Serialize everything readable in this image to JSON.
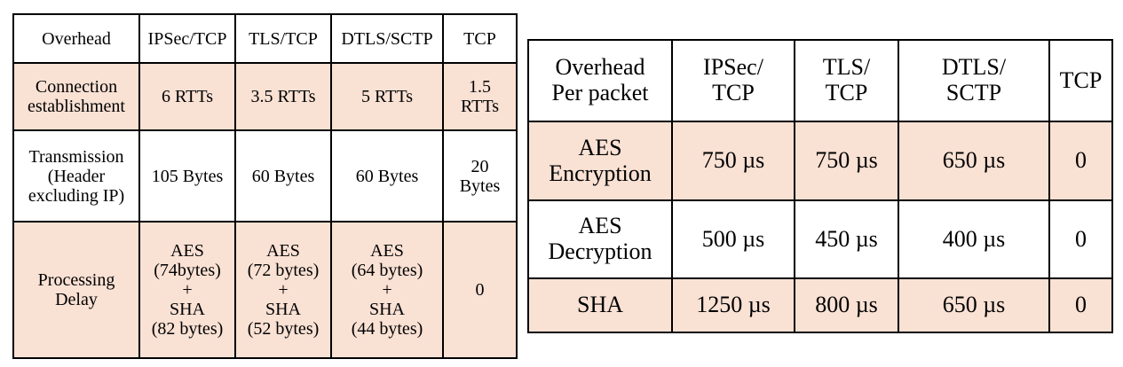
{
  "left_table": {
    "headers": [
      "Overhead",
      "IPSec/TCP",
      "TLS/TCP",
      "DTLS/SCTP",
      "TCP"
    ],
    "rows": [
      {
        "label": "Connection\nestablishment",
        "cells": [
          "6 RTTs",
          "3.5 RTTs",
          "5 RTTs",
          "1.5\nRTTs"
        ]
      },
      {
        "label": "Transmission\n(Header\nexcluding IP)",
        "cells": [
          "105 Bytes",
          "60 Bytes",
          "60 Bytes",
          "20\nBytes"
        ]
      },
      {
        "label": "Processing\nDelay",
        "cells": [
          "AES\n(74bytes)\n+\nSHA\n(82 bytes)",
          "AES\n(72 bytes)\n+\nSHA\n(52 bytes)",
          "AES\n(64 bytes)\n+\nSHA\n(44 bytes)",
          "0"
        ]
      }
    ]
  },
  "right_table": {
    "headers": [
      "Overhead\nPer packet",
      "IPSec/\nTCP",
      "TLS/\nTCP",
      "DTLS/\nSCTP",
      "TCP"
    ],
    "rows": [
      {
        "label": "AES\nEncryption",
        "cells": [
          "750 µs",
          "750 µs",
          "650 µs",
          "0"
        ]
      },
      {
        "label": "AES\nDecryption",
        "cells": [
          "500 µs",
          "450 µs",
          "400 µs",
          "0"
        ]
      },
      {
        "label": "SHA",
        "cells": [
          "1250 µs",
          "800 µs",
          "650 µs",
          "0"
        ]
      }
    ]
  },
  "colors": {
    "highlight_row": "#f9e1d4",
    "border": "#000000"
  }
}
